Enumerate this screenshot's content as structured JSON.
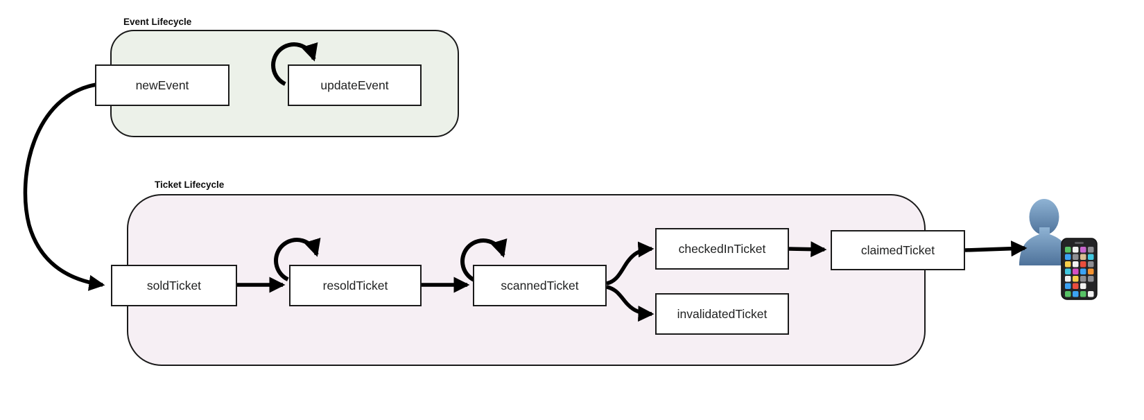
{
  "diagram": {
    "groups": [
      {
        "id": "event-lifecycle",
        "label": "Event Lifecycle"
      },
      {
        "id": "ticket-lifecycle",
        "label": "Ticket Lifecycle"
      }
    ],
    "nodes": [
      {
        "id": "newEvent",
        "label": "newEvent",
        "group": "event-lifecycle",
        "self_loop": false
      },
      {
        "id": "updateEvent",
        "label": "updateEvent",
        "group": "event-lifecycle",
        "self_loop": true
      },
      {
        "id": "soldTicket",
        "label": "soldTicket",
        "group": "ticket-lifecycle",
        "self_loop": false
      },
      {
        "id": "resoldTicket",
        "label": "resoldTicket",
        "group": "ticket-lifecycle",
        "self_loop": true
      },
      {
        "id": "scannedTicket",
        "label": "scannedTicket",
        "group": "ticket-lifecycle",
        "self_loop": true
      },
      {
        "id": "checkedInTicket",
        "label": "checkedInTicket",
        "group": "ticket-lifecycle",
        "self_loop": false
      },
      {
        "id": "invalidatedTicket",
        "label": "invalidatedTicket",
        "group": "ticket-lifecycle",
        "self_loop": false
      },
      {
        "id": "claimedTicket",
        "label": "claimedTicket",
        "group": "ticket-lifecycle",
        "self_loop": false
      }
    ],
    "edges": [
      {
        "from": "newEvent",
        "to": "soldTicket",
        "type": "curve"
      },
      {
        "from": "updateEvent",
        "to": "updateEvent",
        "type": "self-loop"
      },
      {
        "from": "soldTicket",
        "to": "resoldTicket",
        "type": "straight"
      },
      {
        "from": "resoldTicket",
        "to": "resoldTicket",
        "type": "self-loop"
      },
      {
        "from": "resoldTicket",
        "to": "scannedTicket",
        "type": "straight"
      },
      {
        "from": "scannedTicket",
        "to": "scannedTicket",
        "type": "self-loop"
      },
      {
        "from": "scannedTicket",
        "to": "checkedInTicket",
        "type": "branch-up"
      },
      {
        "from": "scannedTicket",
        "to": "invalidatedTicket",
        "type": "branch-down"
      },
      {
        "from": "checkedInTicket",
        "to": "claimedTicket",
        "type": "straight"
      },
      {
        "from": "claimedTicket",
        "to": "person-with-smartphone",
        "type": "straight"
      }
    ],
    "receiver": {
      "icon": "person-with-smartphone-icon"
    },
    "colors": {
      "event_group_fill": "#ecf1e9",
      "ticket_group_fill": "#f6eff4",
      "node_fill": "#ffffff",
      "line": "#1a1a1a",
      "arrow": "#000000",
      "person_blue": "#6c91b4",
      "phone_body": "#242426"
    }
  }
}
